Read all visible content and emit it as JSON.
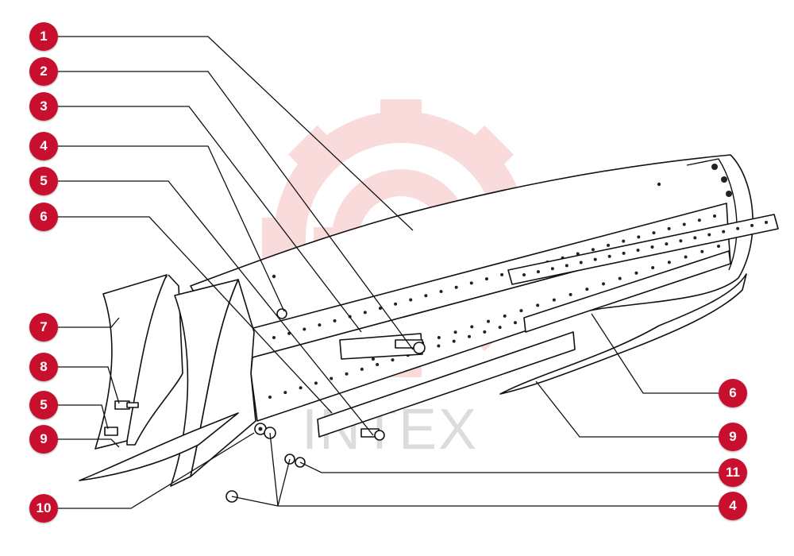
{
  "watermark": {
    "text": "INTEX",
    "gear_color": "#e84040",
    "gear_icon": "gear-logo-icon"
  },
  "accent_color": "#c8102e",
  "callouts": [
    {
      "id": "c1",
      "label": "1"
    },
    {
      "id": "c2",
      "label": "2"
    },
    {
      "id": "c3",
      "label": "3"
    },
    {
      "id": "c4a",
      "label": "4"
    },
    {
      "id": "c5a",
      "label": "5"
    },
    {
      "id": "c6a",
      "label": "6"
    },
    {
      "id": "c7",
      "label": "7"
    },
    {
      "id": "c8",
      "label": "8"
    },
    {
      "id": "c5b",
      "label": "5"
    },
    {
      "id": "c9a",
      "label": "9"
    },
    {
      "id": "c10",
      "label": "10"
    },
    {
      "id": "c6b",
      "label": "6"
    },
    {
      "id": "c9b",
      "label": "9"
    },
    {
      "id": "c11",
      "label": "11"
    },
    {
      "id": "c4b",
      "label": "4"
    }
  ]
}
